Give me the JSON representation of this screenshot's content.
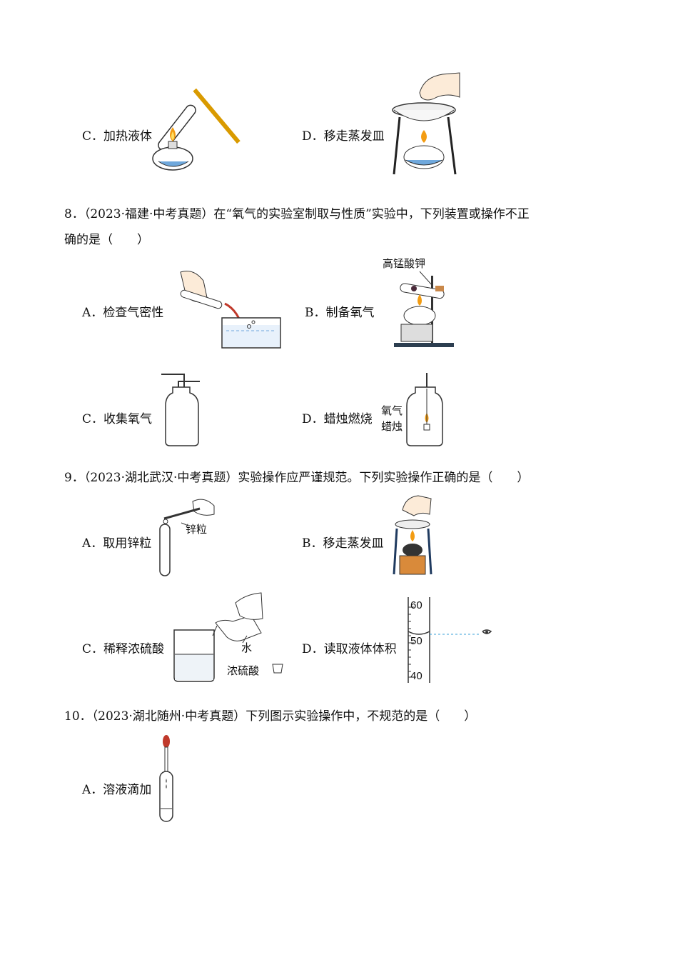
{
  "q7": {
    "option_c": "C．加热液体",
    "option_d": "D．移走蒸发皿"
  },
  "q8": {
    "number": "8．",
    "source": "（2023·福建·中考真题）",
    "stem_line1": "在“氧气的实验室制取与性质”实验中，下列装置或操作不正",
    "stem_line2": "确的是（　　）",
    "option_a": "A．检查气密性",
    "option_b": "B．制备氧气",
    "option_b_callout": "高锰酸钾",
    "option_c": "C．收集氧气",
    "option_d": "D．蜡烛燃烧",
    "option_d_callout_1": "氧气",
    "option_d_callout_2": "蜡烛"
  },
  "q9": {
    "number": "9．",
    "source": "（2023·湖北武汉·中考真题）",
    "stem": "实验操作应严谨规范。下列实验操作正确的是（　　）",
    "option_a": "A．取用锌粒",
    "option_a_callout": "锌粒",
    "option_b": "B．移走蒸发皿",
    "option_c": "C．稀释浓硫酸",
    "option_c_callout_1": "水",
    "option_c_callout_2": "浓硫酸",
    "option_d": "D．读取液体体积",
    "cylinder_ticks": [
      "60",
      "50",
      "40"
    ]
  },
  "q10": {
    "number": "10．",
    "source": "（2023·湖北随州·中考真题）",
    "stem": "下列图示实验操作中，不规范的是（　　）",
    "option_a": "A．溶液滴加"
  }
}
